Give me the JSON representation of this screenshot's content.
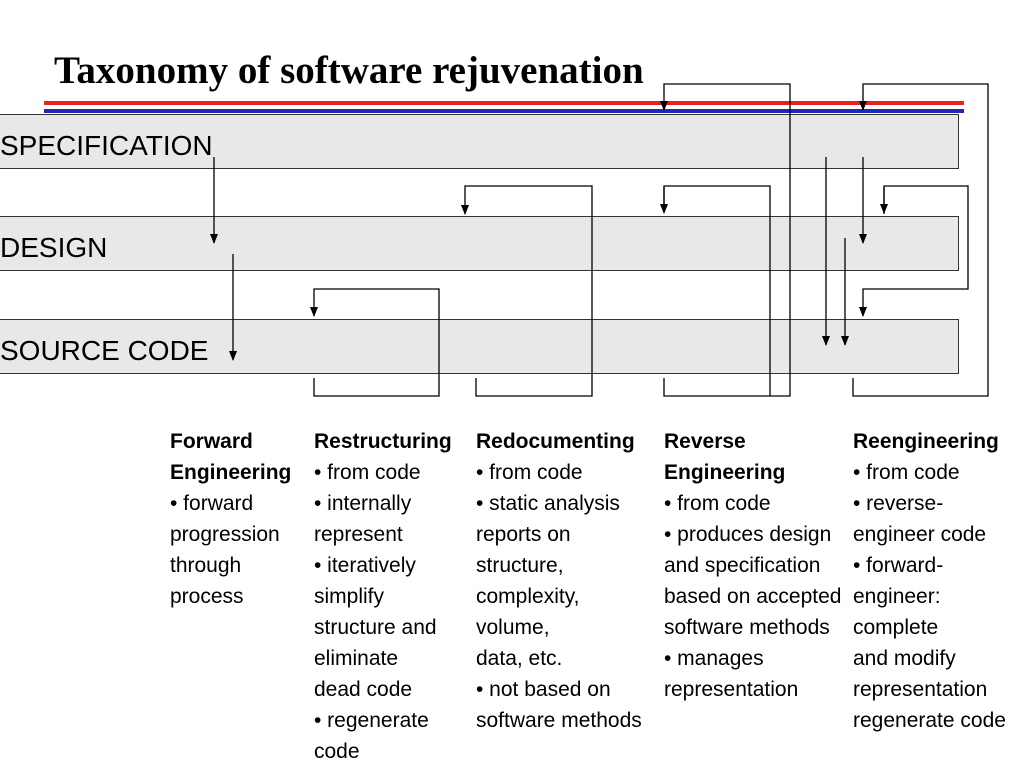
{
  "title": "Taxonomy of software rejuvenation",
  "colors": {
    "rule_red": "#e8201e",
    "rule_blue": "#1c2ab8",
    "band_fill": "#e8e8e8",
    "line": "#000000"
  },
  "levels": {
    "specification": "SPECIFICATION",
    "design": "DESIGN",
    "source_code": "SOURCE CODE"
  },
  "categories": [
    {
      "name": "Forward\nEngineering",
      "lines": [
        "• forward",
        "progression",
        "through",
        "process"
      ]
    },
    {
      "name": "Restructuring",
      "lines": [
        "• from code",
        "•  internally",
        "represent",
        "•  iteratively",
        "simplify",
        "structure and",
        "eliminate",
        "dead code",
        "• regenerate",
        "code"
      ]
    },
    {
      "name": "Redocumenting",
      "lines": [
        "• from code",
        "• static analysis",
        "reports on",
        "structure,",
        "complexity,",
        "volume,",
        "data, etc.",
        "• not based on",
        "software methods"
      ]
    },
    {
      "name": "Reverse\nEngineering",
      "lines": [
        "• from code",
        "• produces design",
        "and specification",
        "based on accepted",
        "software methods",
        "• manages",
        "representation"
      ]
    },
    {
      "name": "Reengineering",
      "lines": [
        "• from code",
        "• reverse-",
        "engineer code",
        "• forward-",
        "engineer:",
        "complete",
        "and modify",
        "representation",
        "regenerate code"
      ]
    }
  ]
}
